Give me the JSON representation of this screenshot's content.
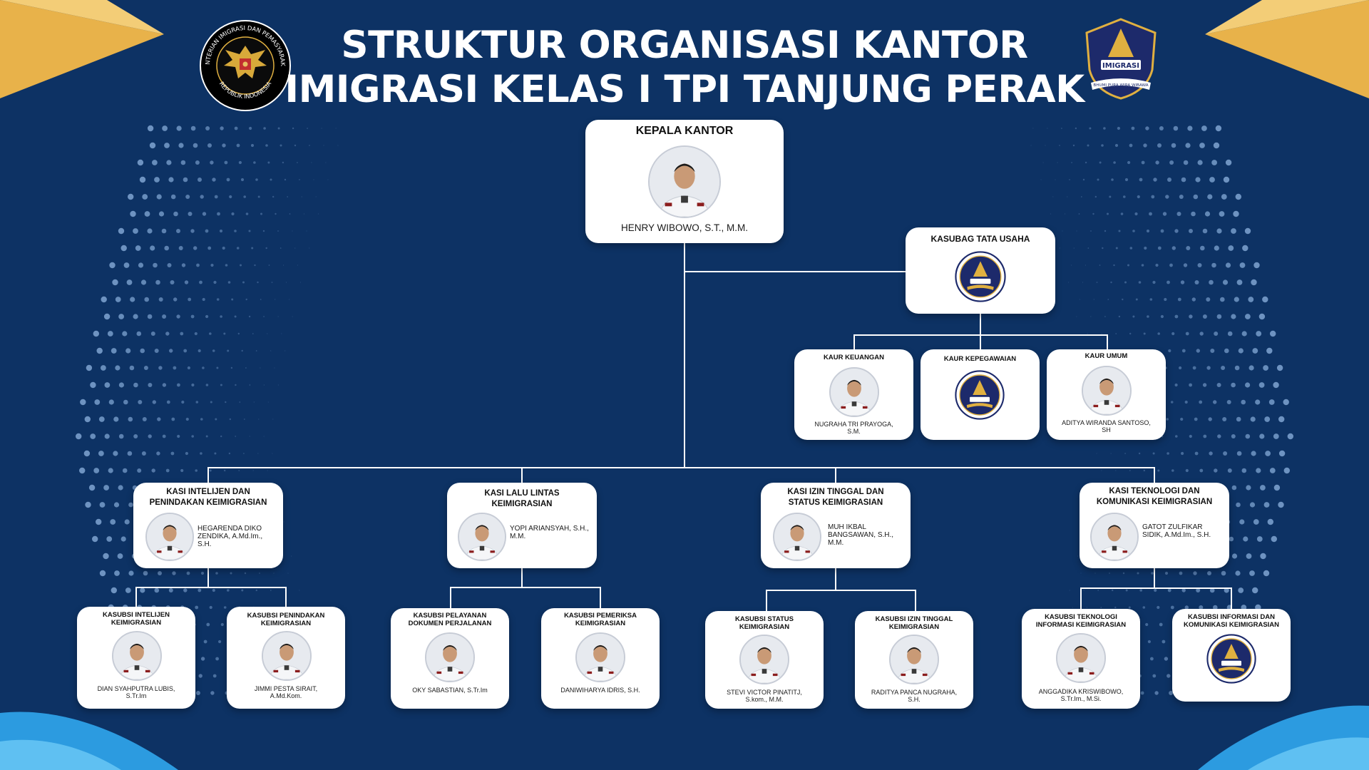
{
  "header": {
    "title_line1": "STRUKTUR ORGANISASI KANTOR",
    "title_line2": "IMIGRASI KELAS I TPI TANJUNG PERAK"
  },
  "emblems": {
    "left_ring_text": "KEMENTERIAN IMIGRASI DAN PEMASYARAKATAN",
    "left_bottom_text": "REPUBLIK INDONESIA",
    "right_banner_text": "IMIGRASI",
    "right_ribbon_text": "BHUMI PURA WIRA WIBAWA"
  },
  "colors": {
    "background": "#0d3264",
    "card": "#ffffff",
    "gold": "#e8b24a",
    "dots": "#8fb4e0",
    "wave": "#2c9be0"
  },
  "org": {
    "kepala": {
      "role": "KEPALA KANTOR",
      "name": "HENRY WIBOWO, S.T., M.M."
    },
    "kasubag": {
      "role": "KASUBAG TATA USAHA"
    },
    "kaur_keuangan": {
      "role": "KAUR KEUANGAN",
      "name": "NUGRAHA TRI PRAYOGA, S.M."
    },
    "kaur_kepegawaian": {
      "role": "KAUR KEPEGAWAIAN"
    },
    "kaur_umum": {
      "role": "KAUR UMUM",
      "name": "ADITYA WIRANDA SANTOSO, SH"
    },
    "kasi_intel": {
      "role": "KASI INTELIJEN DAN PENINDAKAN KEIMIGRASIAN",
      "name": "HEGARENDA DIKO ZENDIKA, A.Md.Im., S.H."
    },
    "kasi_lalu": {
      "role": "KASI LALU LINTAS KEIMIGRASIAN",
      "name": "YOPI ARIANSYAH, S.H., M.M."
    },
    "kasi_izin": {
      "role": "KASI IZIN TINGGAL DAN STATUS KEIMIGRASIAN",
      "name": "MUH IKBAL BANGSAWAN, S.H., M.M."
    },
    "kasi_tik": {
      "role": "KASI TEKNOLOGI DAN KOMUNIKASI KEIMIGRASIAN",
      "name": "GATOT ZULFIKAR SIDIK, A.Md.Im., S.H."
    },
    "ks_intel": {
      "role": "KASUBSI INTELIJEN KEIMIGRASIAN",
      "name": "DIAN SYAHPUTRA LUBIS, S.Tr.Im"
    },
    "ks_penindakan": {
      "role": "KASUBSI PENINDAKAN KEIMIGRASIAN",
      "name": "JIMMI PESTA SIRAIT, A.Md.Kom."
    },
    "ks_pelayanan": {
      "role": "KASUBSI PELAYANAN DOKUMEN PERJALANAN",
      "name": "OKY SABASTIAN, S.Tr.Im"
    },
    "ks_pemeriksa": {
      "role": "KASUBSI PEMERIKSA KEIMIGRASIAN",
      "name": "DANIWIHARYA IDRIS, S.H."
    },
    "ks_status": {
      "role": "KASUBSI STATUS KEIMIGRASIAN",
      "name": "STEVI VICTOR PINATITJ, S.kom., M.M."
    },
    "ks_izin": {
      "role": "KASUBSI IZIN TINGGAL KEIMIGRASIAN",
      "name": "RADITYA PANCA NUGRAHA, S.H."
    },
    "ks_tik": {
      "role": "KASUBSI TEKNOLOGI INFORMASI KEIMIGRASIAN",
      "name": "ANGGADIKA KRISWIBOWO, S.Tr.Im., M.Si."
    },
    "ks_info": {
      "role": "KASUBSI INFORMASI DAN KOMUNIKASI KEIMIGRASIAN"
    }
  }
}
